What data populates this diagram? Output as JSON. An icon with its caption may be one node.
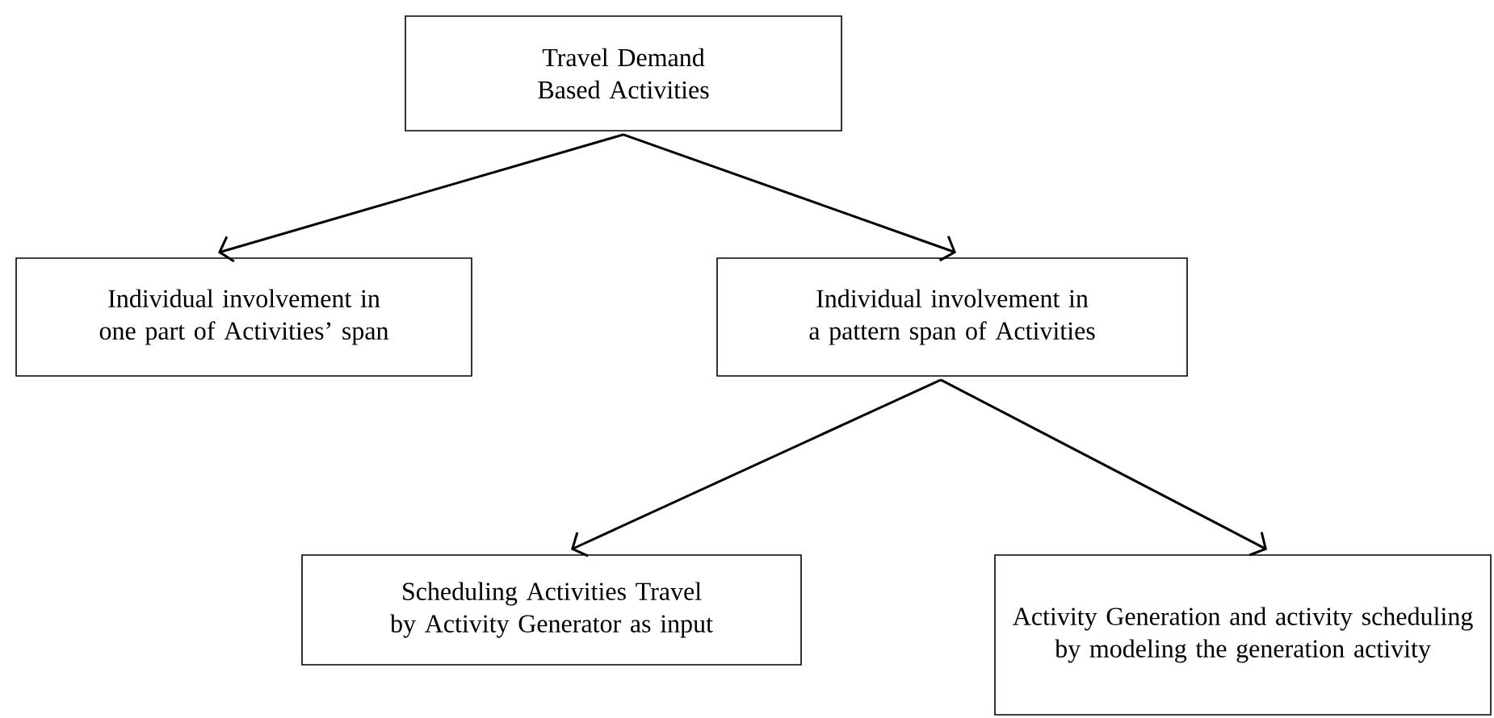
{
  "diagram": {
    "nodes": [
      {
        "text": [
          "Travel Demand Based Activities"
        ]
      },
      {
        "text": [
          "Individual involvement in one part of Activities’ span"
        ]
      },
      {
        "text": [
          "Individual involvement in a pattern span of Activities"
        ]
      },
      {
        "text": [
          "Scheduling Activities Travel by Activity Generator as input"
        ]
      },
      {
        "text": [
          "Activity Generation and activity scheduling by modeling the generation activity"
        ]
      }
    ],
    "edges": [
      {
        "from": 0,
        "to": 1,
        "arrow": "to"
      },
      {
        "from": 0,
        "to": 2,
        "arrow": "to"
      },
      {
        "from": 2,
        "to": 3,
        "arrow": "to"
      },
      {
        "from": 2,
        "to": 4,
        "arrow": "to"
      }
    ]
  }
}
